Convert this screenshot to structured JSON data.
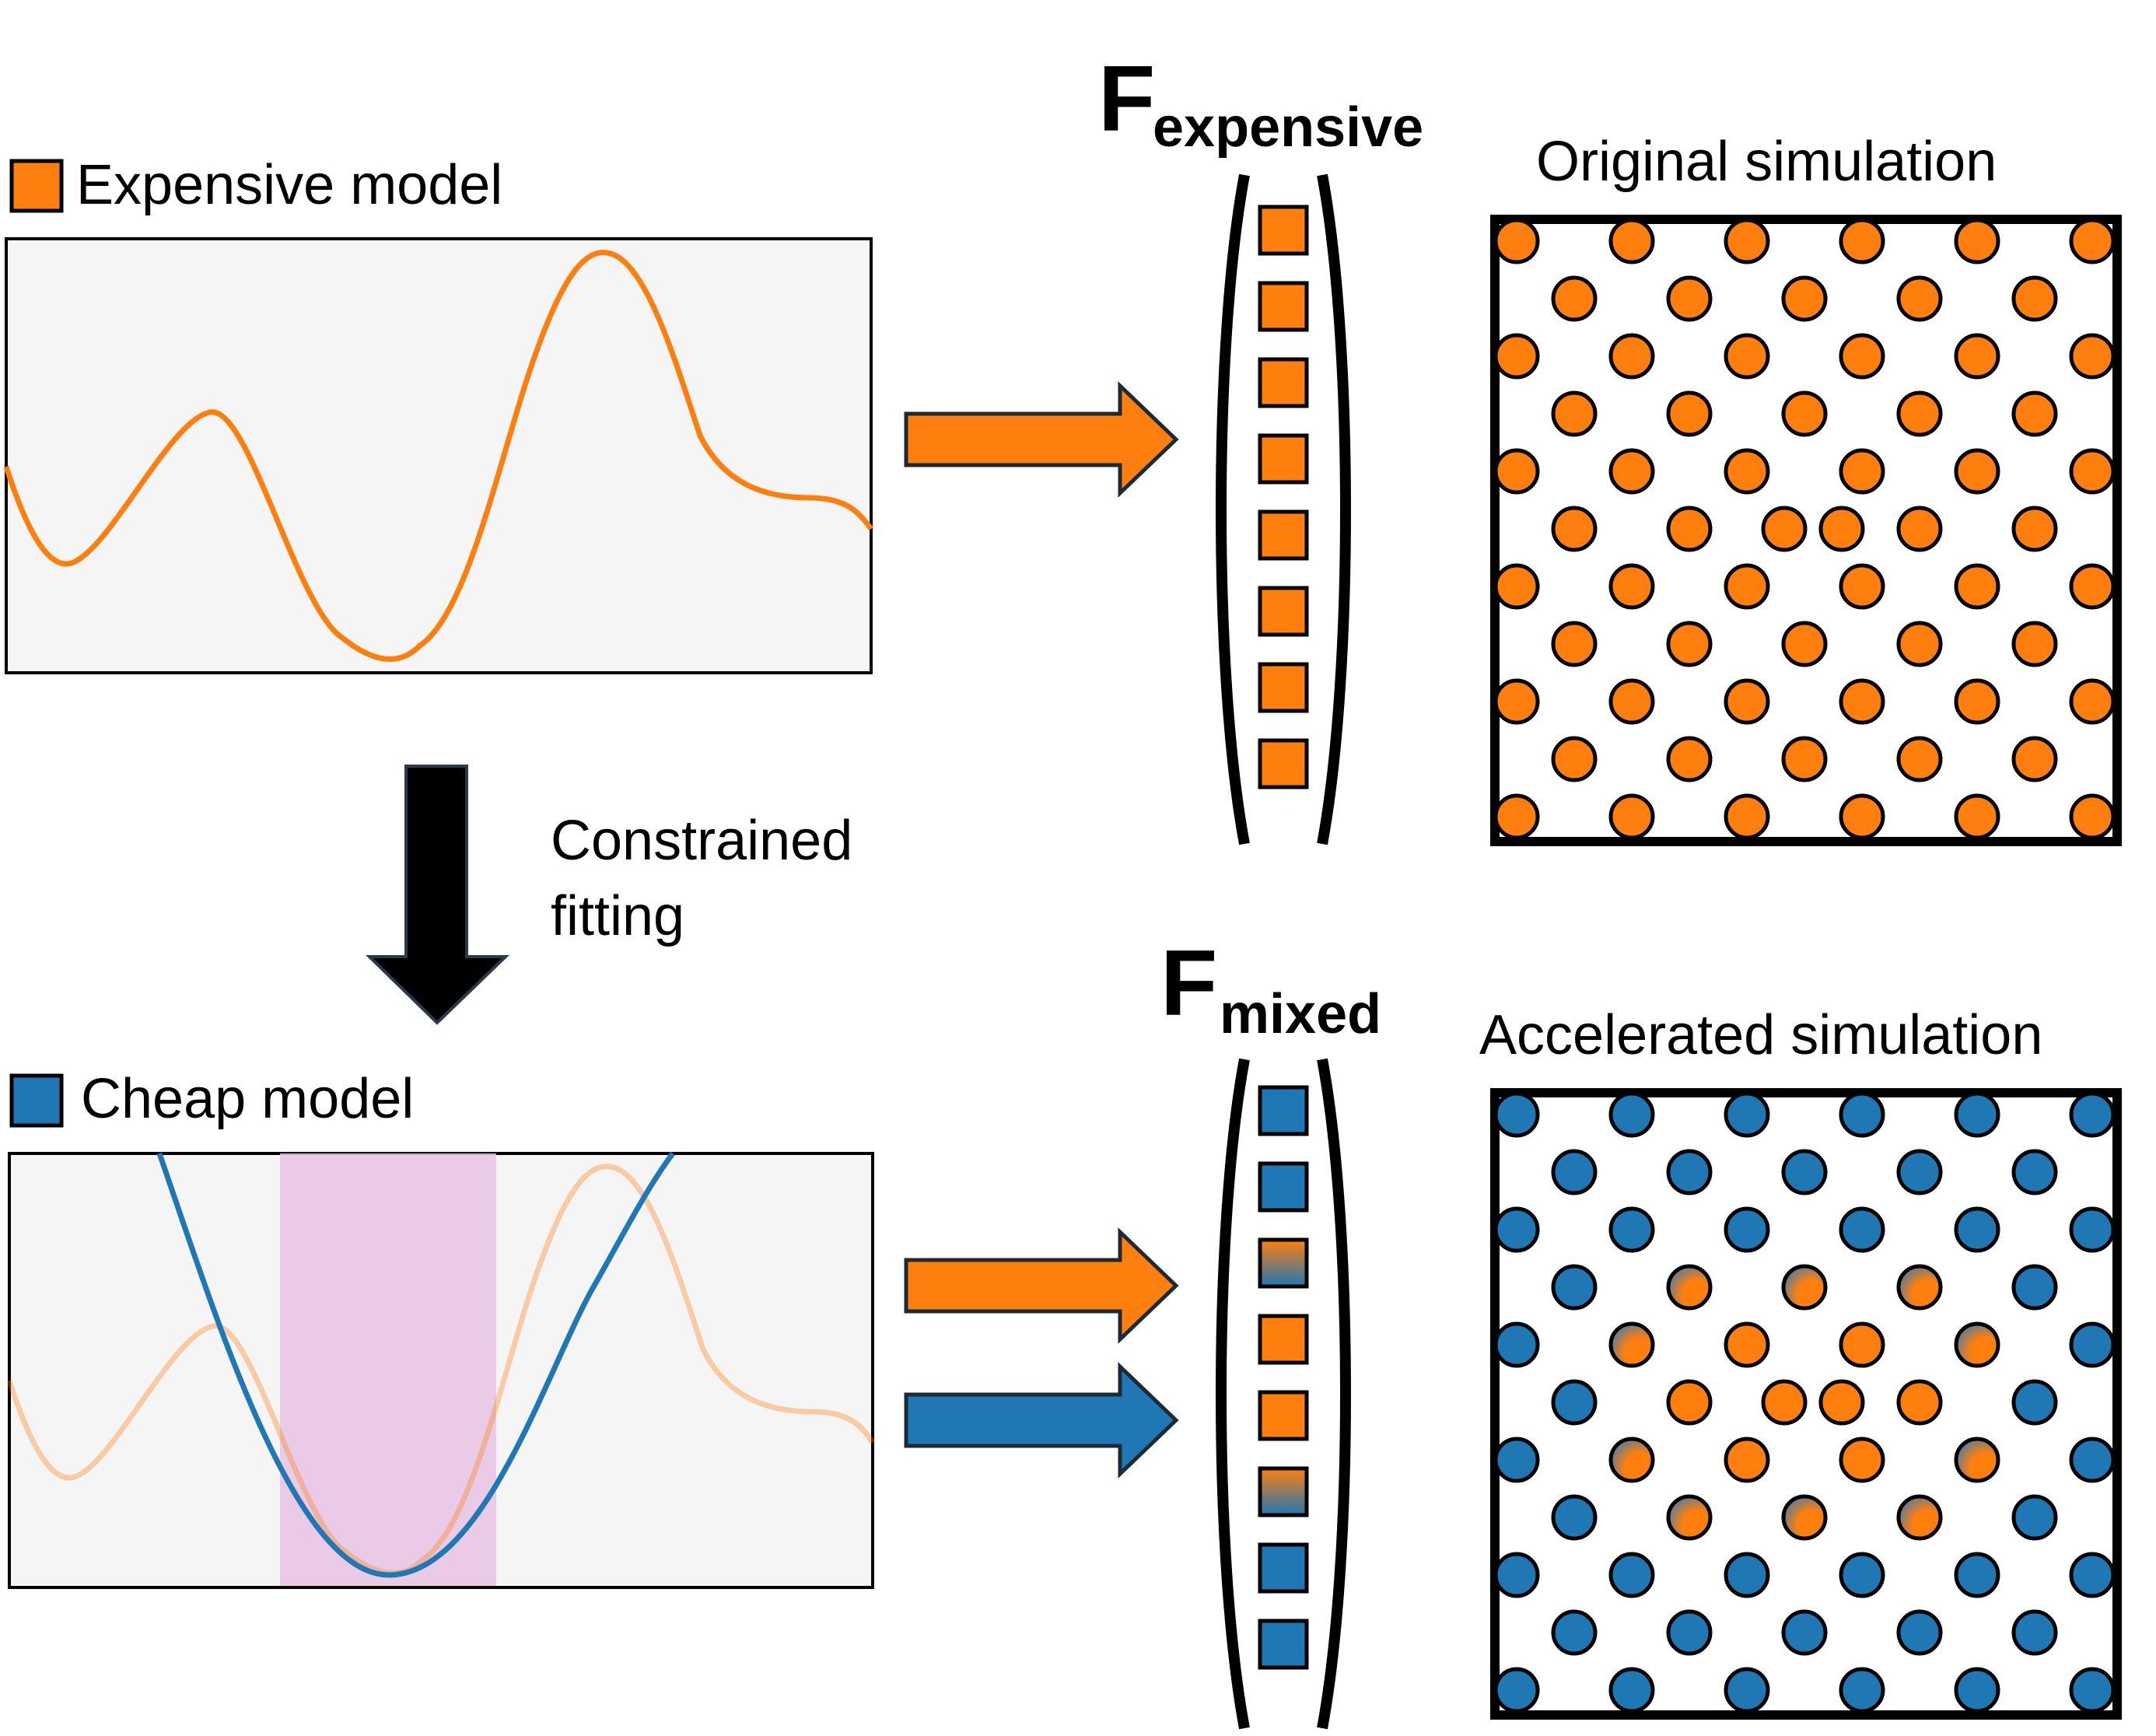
{
  "colors": {
    "expensive": "#ff7f0e",
    "cheap": "#1f77b4",
    "fit_region": "#e6c3e4",
    "plot_bg": "#f5f5f5"
  },
  "top_panel": {
    "legend_label": "Expensive model"
  },
  "bottom_panel": {
    "legend_label": "Cheap model"
  },
  "fitting_arrow": {
    "label_line1": "Constrained",
    "label_line2": "fitting"
  },
  "force_expensive": {
    "symbol": "F",
    "subscript": "expensive",
    "cells": [
      "expensive",
      "expensive",
      "expensive",
      "expensive",
      "expensive",
      "expensive",
      "expensive",
      "expensive"
    ]
  },
  "force_mixed": {
    "symbol": "F",
    "subscript": "mixed",
    "cells": [
      "cheap",
      "cheap",
      "mixed",
      "expensive",
      "expensive",
      "mixed",
      "cheap",
      "cheap"
    ]
  },
  "original_sim": {
    "title": "Original simulation"
  },
  "accelerated_sim": {
    "title": "Accelerated simulation"
  },
  "icons": [
    "right-arrow-icon",
    "down-arrow-icon",
    "orange-square-icon",
    "blue-square-icon"
  ]
}
